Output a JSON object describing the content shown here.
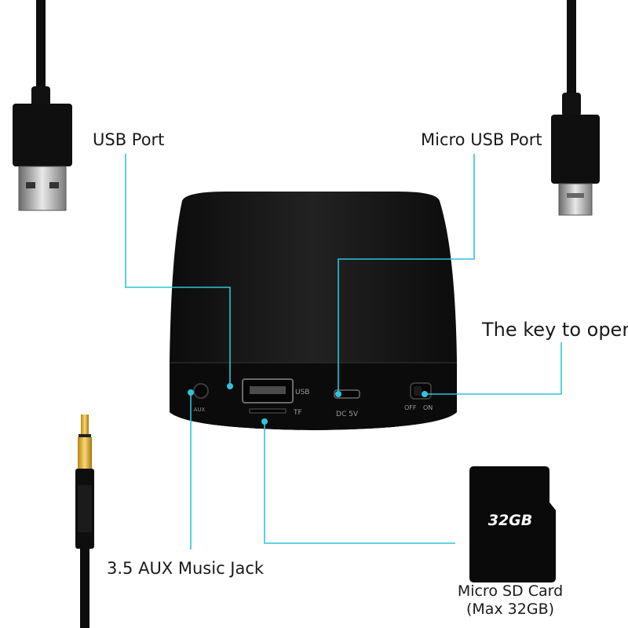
{
  "callouts": {
    "usb_port": "USB Port",
    "micro_usb_port": "Micro USB Port",
    "power_key": "The key to open",
    "aux_jack": "3.5 AUX Music Jack",
    "sd_card_line1": "Micro SD Card",
    "sd_card_line2": "(Max 32GB)"
  },
  "device_markings": {
    "aux": "AUX",
    "usb": "USB",
    "tf": "TF",
    "dc": "DC 5V",
    "off": "OFF",
    "on": "ON"
  },
  "sd_card_text": "32GB",
  "colors": {
    "leader_line": "#2ec4dc",
    "speaker_body": "#151515",
    "background": "#ffffff"
  }
}
